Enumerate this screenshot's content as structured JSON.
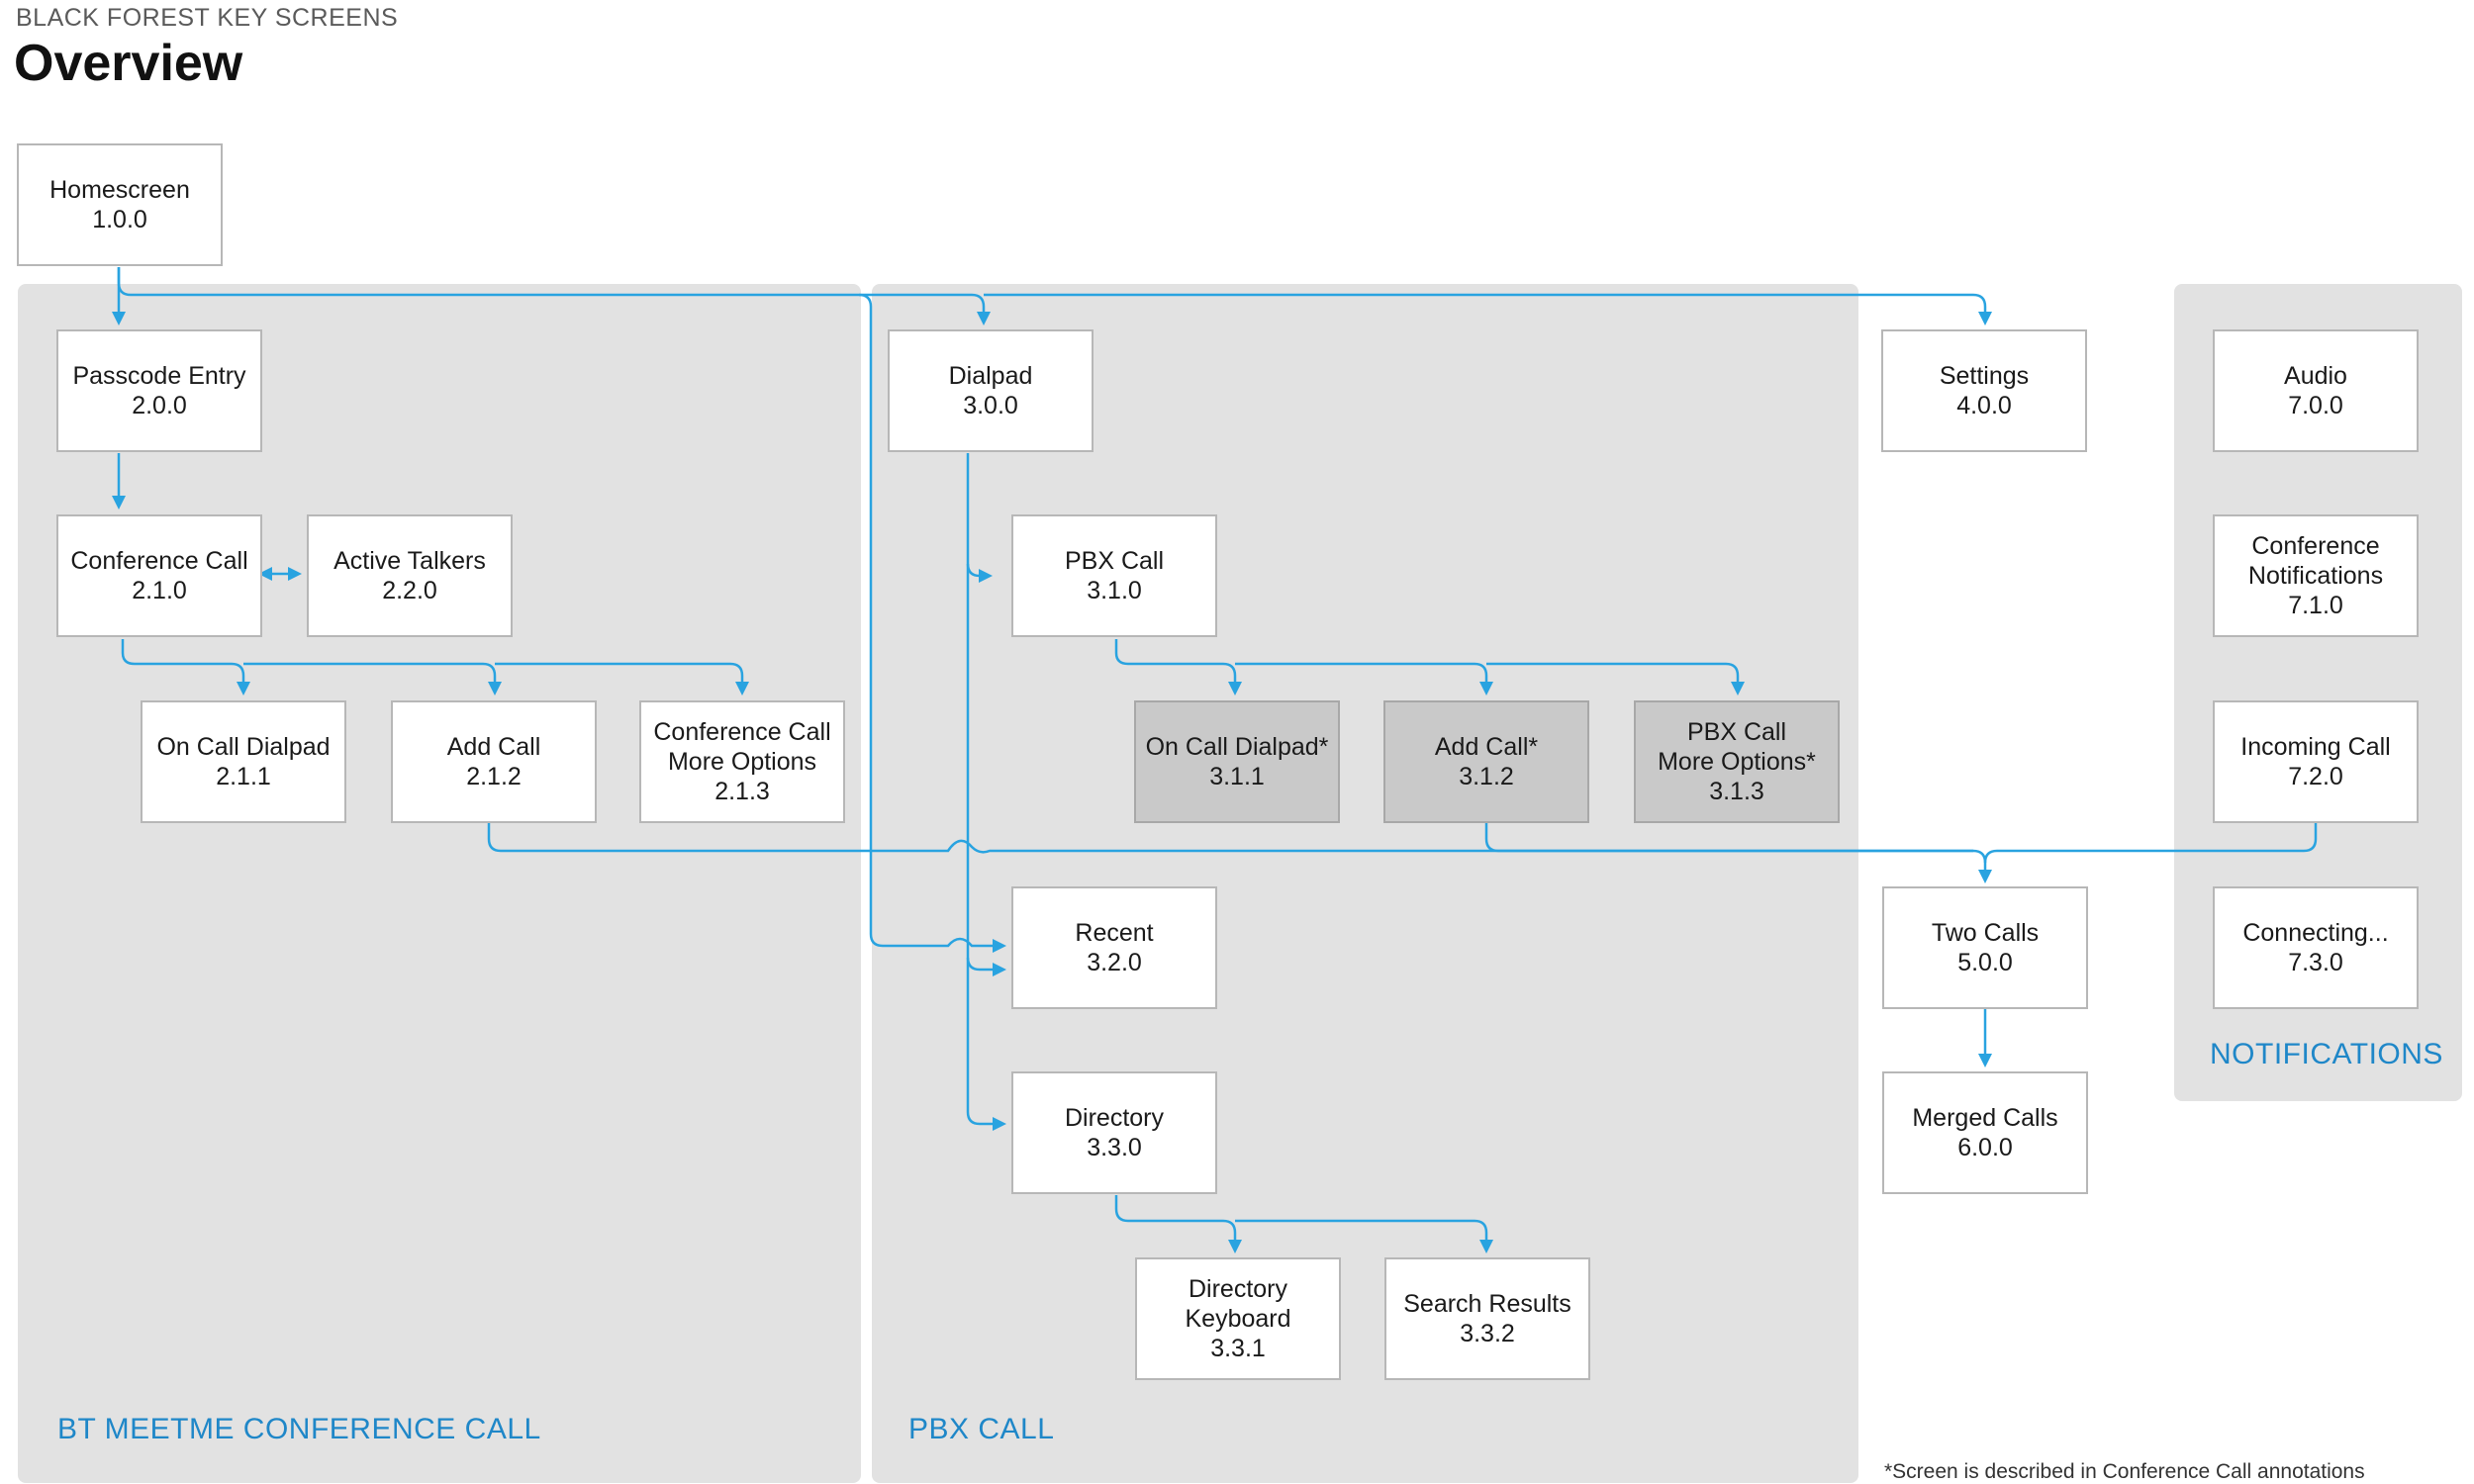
{
  "header": {
    "eyebrow": "BLACK FOREST KEY SCREENS",
    "title": "Overview"
  },
  "sections": {
    "conference": "BT MEETME CONFERENCE CALL",
    "pbx": "PBX CALL",
    "notifications": "NOTIFICATIONS"
  },
  "screens": {
    "homescreen": {
      "line1": "Homescreen",
      "line2": "1.0.0"
    },
    "passcode": {
      "line1": "Passcode Entry",
      "line2": "2.0.0"
    },
    "conf_call": {
      "line1": "Conference Call",
      "line2": "2.1.0"
    },
    "active_talkers": {
      "line1": "Active Talkers",
      "line2": "2.2.0"
    },
    "on_call_dialpad": {
      "line1": "On Call Dialpad",
      "line2": "2.1.1"
    },
    "add_call": {
      "line1": "Add Call",
      "line2": "2.1.2"
    },
    "conf_more": {
      "line1": "Conference Call",
      "line2": "More Options",
      "line3": "2.1.3"
    },
    "dialpad": {
      "line1": "Dialpad",
      "line2": "3.0.0"
    },
    "pbx_call": {
      "line1": "PBX Call",
      "line2": "3.1.0"
    },
    "pbx_dialpad": {
      "line1": "On Call Dialpad*",
      "line2": "3.1.1"
    },
    "pbx_add_call": {
      "line1": "Add Call*",
      "line2": "3.1.2"
    },
    "pbx_more": {
      "line1": "PBX Call",
      "line2": "More Options*",
      "line3": "3.1.3"
    },
    "recent": {
      "line1": "Recent",
      "line2": "3.2.0"
    },
    "directory": {
      "line1": "Directory",
      "line2": "3.3.0"
    },
    "dir_keyboard": {
      "line1": "Directory",
      "line2": "Keyboard",
      "line3": "3.3.1"
    },
    "search_results": {
      "line1": "Search Results",
      "line2": "3.3.2"
    },
    "settings": {
      "line1": "Settings",
      "line2": "4.0.0"
    },
    "two_calls": {
      "line1": "Two Calls",
      "line2": "5.0.0"
    },
    "merged_calls": {
      "line1": "Merged Calls",
      "line2": "6.0.0"
    },
    "audio": {
      "line1": "Audio",
      "line2": "7.0.0"
    },
    "conf_notifications": {
      "line1": "Conference",
      "line2": "Notifications",
      "line3": "7.1.0"
    },
    "incoming_call": {
      "line1": "Incoming Call",
      "line2": "7.2.0"
    },
    "connecting": {
      "line1": "Connecting...",
      "line2": "7.3.0"
    }
  },
  "footnote": "*Screen is described in Conference Call annotations",
  "colors": {
    "connector": "#29a3e0",
    "section_label": "#1f87c8",
    "panel": "#e2e2e2",
    "shaded_box": "#c9c9c9"
  }
}
